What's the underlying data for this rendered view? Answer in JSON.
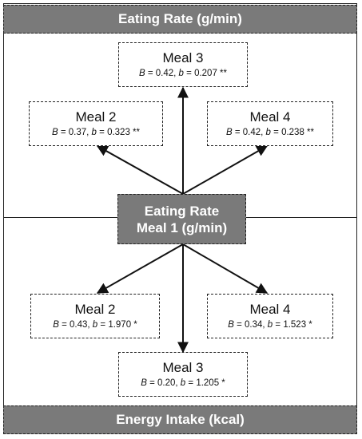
{
  "top_band": {
    "label": "Eating Rate (g/min)"
  },
  "bottom_band": {
    "label": "Energy Intake (kcal)"
  },
  "center": {
    "line1": "Eating Rate",
    "line2": "Meal 1 (g/min)"
  },
  "eating_rate": {
    "meal3": {
      "title": "Meal 3",
      "B": "0.42",
      "b": "0.207 **"
    },
    "meal2": {
      "title": "Meal 2",
      "B": "0.37",
      "b": "0.323 **"
    },
    "meal4": {
      "title": "Meal 4",
      "B": "0.42",
      "b": "0.238 **"
    }
  },
  "energy_intake": {
    "meal2": {
      "title": "Meal 2",
      "B": "0.43",
      "b": "1.970 *"
    },
    "meal4": {
      "title": "Meal 4",
      "B": "0.34",
      "b": "1.523 *"
    },
    "meal3": {
      "title": "Meal 3",
      "B": "0.20",
      "b": "1.205 *"
    }
  },
  "symbols": {
    "B": "B",
    "b": "b",
    "eq": " = ",
    "sep": ", "
  }
}
